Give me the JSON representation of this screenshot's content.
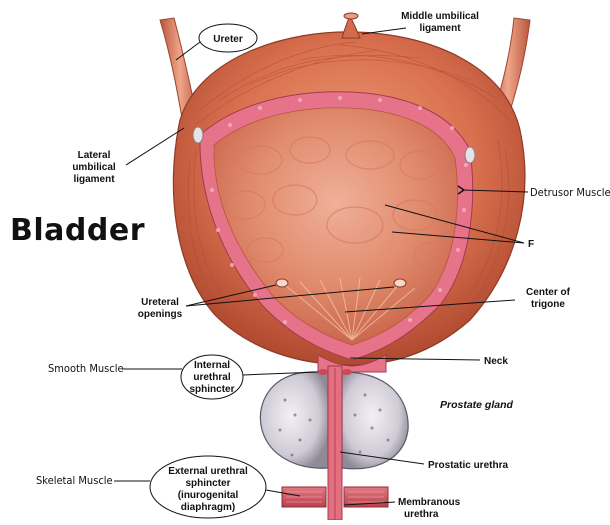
{
  "title": "Bladder",
  "labels": {
    "ureter": "Ureter",
    "middle_umbilical_1": "Middle umbilical",
    "middle_umbilical_2": "ligament",
    "lateral_umbilical_1": "Lateral",
    "lateral_umbilical_2": "umbilical",
    "lateral_umbilical_3": "ligament",
    "detrusor": "Detrusor Muscle",
    "f": "F",
    "center_trigone_1": "Center of",
    "center_trigone_2": "trigone",
    "ureteral_openings_1": "Ureteral",
    "ureteral_openings_2": "openings",
    "neck": "Neck",
    "smooth_muscle": "Smooth Muscle",
    "internal_sphincter_1": "Internal",
    "internal_sphincter_2": "urethral",
    "internal_sphincter_3": "sphincter",
    "prostate_gland": "Prostate gland",
    "prostatic_urethra": "Prostatic urethra",
    "skeletal_muscle": "Skeletal Muscle",
    "external_sphincter_1": "External urethral",
    "external_sphincter_2": "sphincter",
    "external_sphincter_3": "(inurogenital",
    "external_sphincter_4": "diaphragm)",
    "membranous_1": "Membranous",
    "membranous_2": "urethra"
  },
  "colors": {
    "muscle_outer": "#d9704f",
    "muscle_dark": "#b14a30",
    "lining_pink": "#e6738a",
    "inner_cavity": "#e58a68",
    "prostate_gray": "#c9c6cf",
    "sphincter_red": "#d2545f"
  }
}
